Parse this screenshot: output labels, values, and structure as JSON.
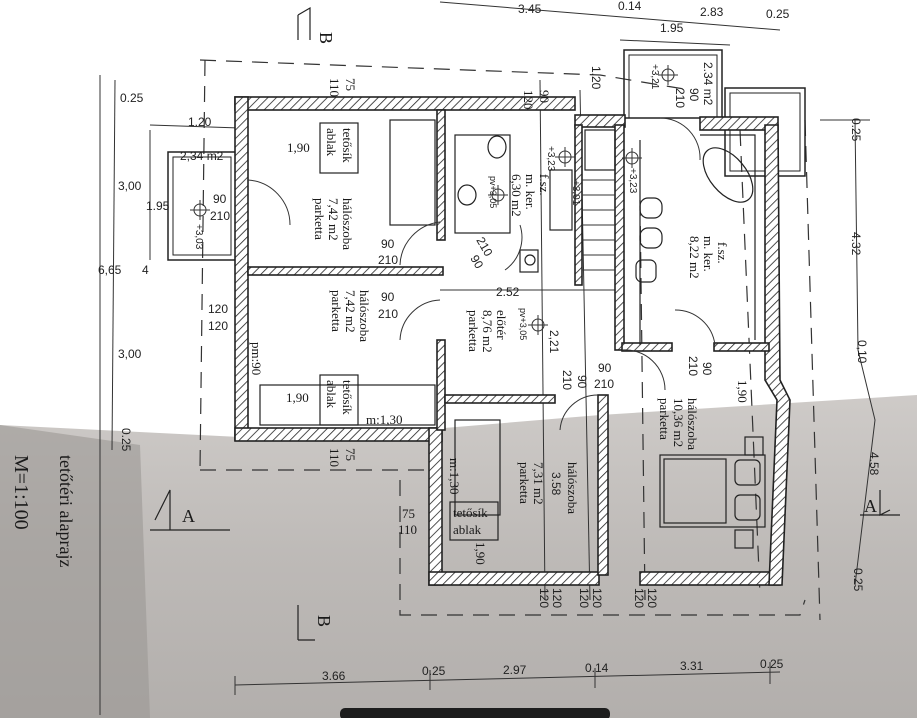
{
  "title": {
    "name": "tetőtéri alaprajz",
    "scale": "M=1:100"
  },
  "sections": {
    "a_left": "A",
    "a_right": "A",
    "b_top": "B",
    "b_bottom": "B"
  },
  "top_dims": {
    "d1": "3.45",
    "d2": "0.14",
    "d3": "2.83",
    "d4": "0.25",
    "d5": "1.95"
  },
  "bottom_dims": {
    "d1": "3.66",
    "d2": "0.25",
    "d3": "2.97",
    "d4": "0.14",
    "d5": "3.31",
    "d6": "0.25"
  },
  "left_dims": {
    "d1": "0.25",
    "d2": "1.20",
    "d3": "2,34 m2",
    "d4": "3,00",
    "d5": "1.95",
    "d6": "6,65",
    "d7": "4",
    "d8": "3,00",
    "d9": "0.25",
    "bal_door_w": "90",
    "bal_door_h": "210",
    "bal_level": "+3,03",
    "win_a": "120",
    "win_b": "120"
  },
  "right_dims": {
    "d1": "0.25",
    "d2": "4.32",
    "d3": "0,10",
    "d4": "4.58",
    "d5": "0.25"
  },
  "bedroom1": {
    "name": "hálószoba",
    "area": "7,42 m2",
    "floor": "parketta",
    "win_a": "75",
    "win_b": "110",
    "skylight_1": "tetősík",
    "skylight_2": "ablak",
    "h": "1,90",
    "door_w": "90",
    "door_h": "210"
  },
  "bath1": {
    "name1": "f.sz.",
    "name2": "m. ker.",
    "area": "6,30 m2",
    "level": "pv+3,05",
    "level2": "+3,23",
    "level3": "+3,01",
    "win_a": "90",
    "win_b": "120",
    "dim": "1.20",
    "door_h": "210",
    "door_w": "90"
  },
  "balcony2": {
    "area": "2.34 m2",
    "door_w": "90",
    "door_h": "210",
    "level": "+3,21"
  },
  "bath2": {
    "name1": "f.sz.",
    "name2": "m. ker.",
    "area": "8,22 m2",
    "level": "+3,23"
  },
  "bedroom2": {
    "name": "hálószoba",
    "area": "7,42 m2",
    "floor": "parketta",
    "door_w": "90",
    "door_h": "210",
    "pm": "pm:90",
    "h": "1,90",
    "skylight_1": "tetősík",
    "skylight_2": "ablak",
    "m": "m:1,30",
    "win_a": "75",
    "win_b": "110"
  },
  "hall": {
    "name": "előtér",
    "area": "8,76 m2",
    "floor": "parketta",
    "level": "pv+3,05",
    "dim_len": "2.52",
    "dim_w": "2,21",
    "door_w": "90",
    "door_h": "210",
    "door2_h": "210",
    "door2_w": "90"
  },
  "bedroom3": {
    "name": "hálószoba",
    "area": "10,36 m2",
    "floor": "parketta",
    "door_w": "90",
    "door_h": "210",
    "h": "1,90"
  },
  "bedroom4": {
    "name": "hálószoba",
    "area": "7,31 m2",
    "floor": "parketta",
    "dim": "3.58",
    "m": "m:1,30",
    "win_a": "75",
    "win_b": "110",
    "skylight_1": "tetősík",
    "skylight_2": "ablak",
    "h": "1,90"
  },
  "bottom_windows": {
    "a1": "120",
    "a2": "120",
    "b1": "120",
    "b2": "120",
    "c1": "120",
    "c2": "120"
  },
  "colors": {
    "paper": "#ffffff",
    "shadow": "#b3afac",
    "ink": "#222222"
  }
}
